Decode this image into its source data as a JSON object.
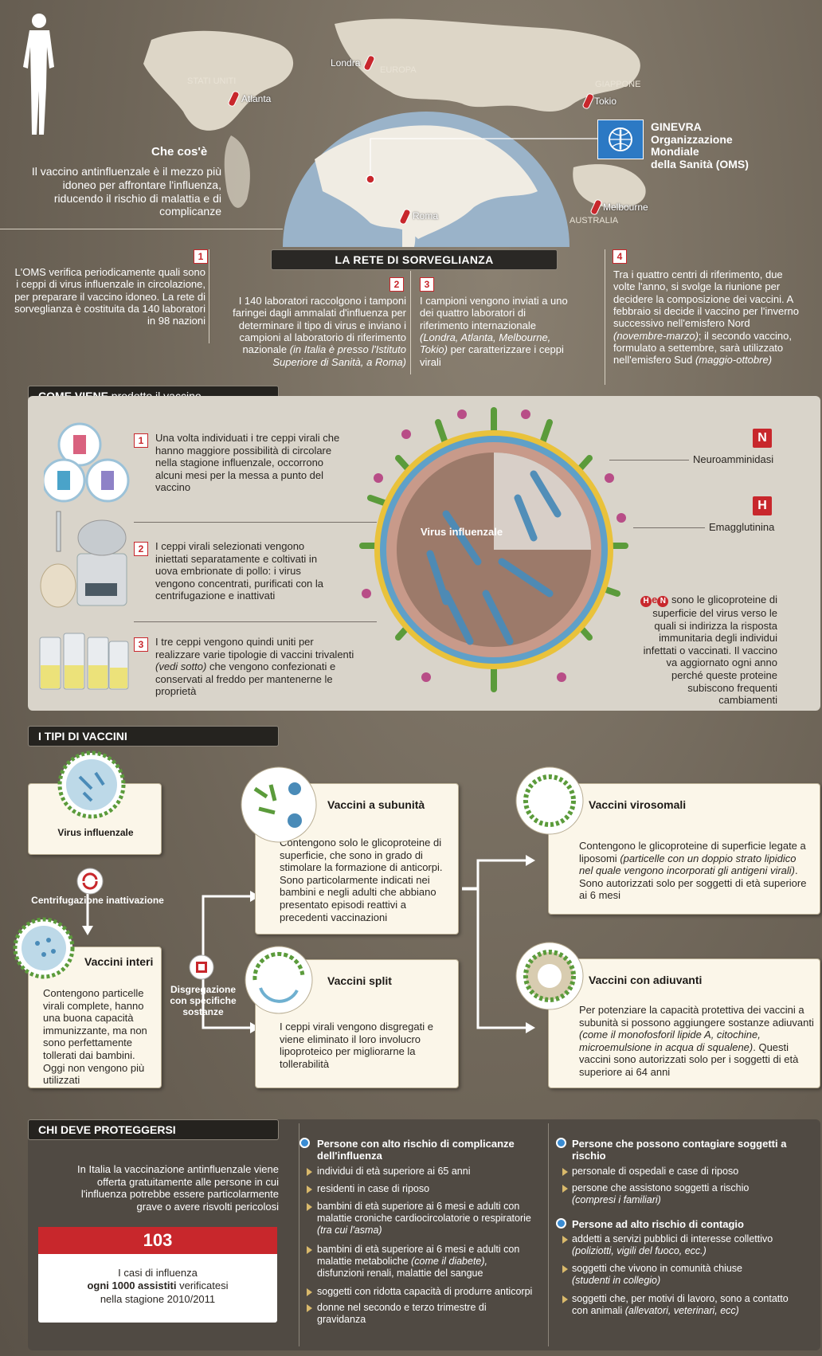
{
  "top": {
    "whatis_title": "Che cos'è",
    "whatis_text": "Il vaccino antinfluenzale è il mezzo più idoneo per affrontare l'influenza, riducendo il rischio di malattia e di complicanze",
    "map_labels": {
      "stati_uniti": "STATI UNITI",
      "europa": "EUROPA",
      "giappone": "GIAPPONE",
      "australia": "AUSTRALIA"
    },
    "cities": {
      "atlanta": "Atlanta",
      "londra": "Londra",
      "tokio": "Tokio",
      "roma": "Roma",
      "melbourne": "Melbourne"
    },
    "oms_title_line1": "GINEVRA",
    "oms_title_line2": "Organizzazione",
    "oms_title_line3": "Mondiale",
    "oms_title_line4": "della Sanità (OMS)",
    "rete_title": "LA RETE DI SORVEGLIANZA"
  },
  "rete_steps": [
    {
      "num": "1",
      "text": "L'OMS verifica periodicamente quali sono i ceppi di virus influenzale in circolazione, per preparare il vaccino idoneo. La rete di sorveglianza è costituita da 140 laboratori in 98 nazioni"
    },
    {
      "num": "2",
      "text_plain": "I 140 laboratori raccolgono i tamponi faringei  dagli ammalati d'influenza per determinare il tipo di virus e inviano i campioni al laboratorio di riferimento nazionale",
      "text_italic": "(in Italia è presso l'Istituto Superiore di Sanità, a Roma)"
    },
    {
      "num": "3",
      "text_plain": "I campioni vengono inviati a uno dei quattro laboratori di riferimento internazionale",
      "text_italic": "(Londra, Atlanta, Melbourne, Tokio)",
      "text_end": "per caratterizzare i ceppi virali"
    },
    {
      "num": "4",
      "text_a": "Tra i quattro centri di riferimento, due volte l'anno, si svolge la riunione per decidere la composizione dei vaccini. A febbraio si decide il vaccino per l'inverno successivo nell'emisfero Nord",
      "italic_a": "(novembre-marzo)",
      "text_b": "; il secondo vaccino, formulato a settembre, sarà utilizzato nell'emisfero Sud",
      "italic_b": "(maggio-ottobre)"
    }
  ],
  "produzione": {
    "header_bold": "COME VIENE",
    "header_rest": "prodotto il vaccino",
    "steps": [
      {
        "num": "1",
        "text": "Una volta individuati i tre ceppi virali che hanno maggiore possibilità di circolare nella stagione influenzale, occorrono alcuni mesi per la messa a punto del vaccino"
      },
      {
        "num": "2",
        "text": "I ceppi virali selezionati vengono iniettati separatamente e coltivati in uova embrionate di pollo: i virus vengono concentrati, purificati con la centrifugazione e inattivati"
      },
      {
        "num": "3",
        "text_a": "I tre ceppi vengono quindi uniti per realizzare varie tipologie di vaccini trivalenti",
        "italic": "(vedi sotto)",
        "text_b": "che vengono confezionati e conservati al freddo per mantenerne le proprietà"
      }
    ],
    "virus_label": "Virus influenzale",
    "n_letter": "N",
    "h_letter": "H",
    "neuro_label": "Neuroamminidasi",
    "emag_label": "Emagglutinina",
    "he_h": "H",
    "he_e": "e",
    "he_n": "N",
    "glyco_text": "sono le glicoproteine di superficie del virus verso le quali si indirizza la risposta immunitaria degli individui infettati o vaccinati. Il vaccino va aggiornato ogni anno perché queste proteine subiscono frequenti cambiamenti"
  },
  "tipi": {
    "header": "I TIPI DI VACCINI",
    "virus_label": "Virus influenzale",
    "centrifuga_label": "Centrifugazione inattivazione",
    "disgregazione_label": "Disgregazione con specifiche sostanze",
    "interi": {
      "title": "Vaccini interi",
      "text": "Contengono particelle virali complete, hanno una buona capacità immunizzante, ma non sono perfettamente tollerati dai bambini. Oggi non vengono più utilizzati"
    },
    "subunita": {
      "title": "Vaccini a subunità",
      "text": "Contengono solo le glicoproteine di superficie, che sono in grado di stimolare la formazione di anticorpi. Sono particolarmente indicati nei bambini e negli adulti che abbiano presentato episodi reattivi a precedenti vaccinazioni"
    },
    "split": {
      "title": "Vaccini split",
      "text": "I ceppi virali vengono disgregati e viene eliminato il loro involucro lipoproteico per migliorarne la tollerabilità"
    },
    "virosomali": {
      "title": "Vaccini virosomali",
      "text_a": "Contengono le glicoproteine di superficie legate a liposomi",
      "italic": "(particelle con un doppio strato lipidico nel quale vengono incorporati gli antigeni virali)",
      "text_b": ". Sono autorizzati solo per soggetti di età superiore ai 6 mesi"
    },
    "adiuvanti": {
      "title": "Vaccini con adiuvanti",
      "text_a": "Per potenziare la capacità protettiva dei vaccini a subunità si possono aggiungere sostanze adiuvanti",
      "italic": "(come il monofosforil lipide A, citochine, microemulsione in acqua di squalene)",
      "text_b": ". Questi vaccini sono autorizzati solo per i soggetti di età superiore ai 64 anni"
    }
  },
  "chi": {
    "header": "CHI DEVE PROTEGGERSI",
    "intro": "In Italia la vaccinazione antinfluenzale viene offerta gratuitamente alle persone in cui l'influenza potrebbe essere particolarmente grave o avere risvolti pericolosi",
    "stat_number": "103",
    "stat_line1": "I casi di influenza",
    "stat_bold": "ogni 1000 assistiti",
    "stat_rest": "verificatesi",
    "stat_line3": "nella stagione 2010/2011",
    "groups": [
      {
        "title": "Persone con alto rischio di complicanze dell'influenza",
        "items": [
          {
            "t": "individui di età superiore ai 65 anni"
          },
          {
            "t": "residenti in case di riposo"
          },
          {
            "t": "bambini di età superiore ai 6 mesi e adulti con malattie croniche cardiocircolatorie o respiratorie",
            "i": "(tra cui l'asma)"
          },
          {
            "t": "bambini di età superiore ai 6 mesi e adulti con malattie metaboliche",
            "i": "(come il diabete),",
            "t2": "disfunzioni renali, malattie del sangue"
          },
          {
            "t": "soggetti con ridotta capacità di produrre anticorpi"
          },
          {
            "t": "donne nel secondo e terzo trimestre di gravidanza"
          }
        ]
      },
      {
        "title": "Persone che possono contagiare soggetti a rischio",
        "items": [
          {
            "t": "personale di ospedali e case di riposo"
          },
          {
            "t": "persone che assistono soggetti a rischio",
            "i": "(compresi i familiari)"
          }
        ]
      },
      {
        "title": "Persone ad alto rischio di contagio",
        "items": [
          {
            "t": "addetti a servizi pubblici di interesse collettivo",
            "i": "(poliziotti, vigili del fuoco, ecc.)"
          },
          {
            "t": "soggetti che vivono in comunità chiuse",
            "i": "(studenti in collegio)"
          },
          {
            "t": "soggetti che, per motivi di lavoro, sono a contatto con animali",
            "i": "(allevatori, veterinari, ecc)"
          }
        ]
      }
    ]
  },
  "colors": {
    "accent_red": "#c8272c",
    "panel_light": "#d9d4ca",
    "panel_dark": "#504a43",
    "bullet_blue": "#3a8cd3",
    "oms_blue": "#2c79c4"
  }
}
